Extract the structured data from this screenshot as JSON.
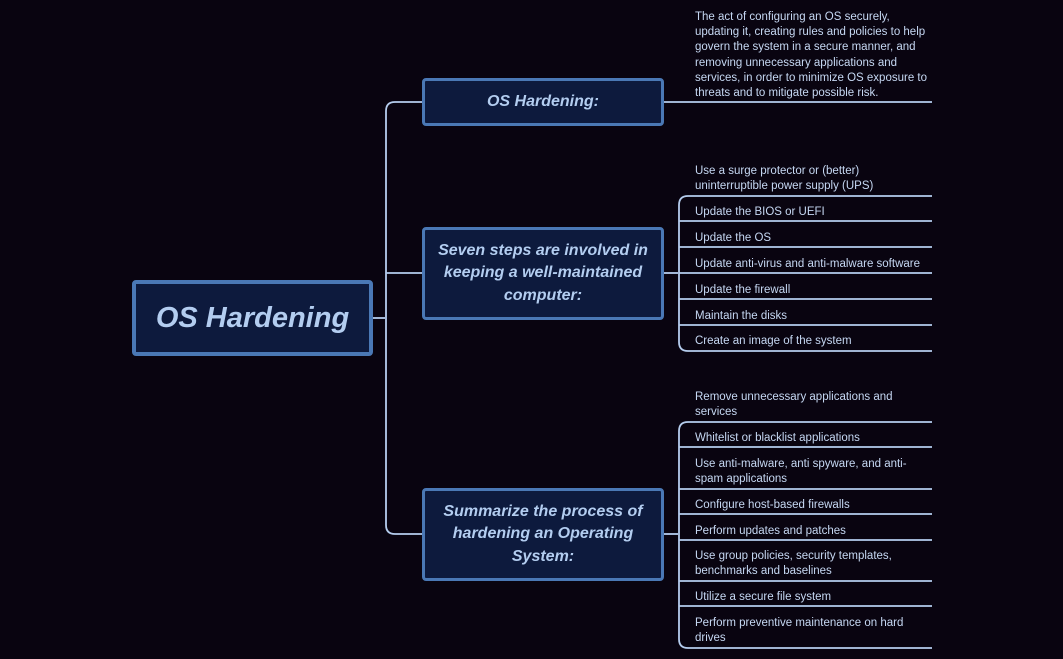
{
  "root": {
    "label": "OS Hardening"
  },
  "branches": [
    {
      "label": "OS Hardening:",
      "leaves": [
        "The act of configuring an OS securely, updating it, creating rules and policies to help govern the system in a secure manner, and removing unnecessary applications and services, in order to minimize OS exposure to threats and to mitigate possible risk."
      ]
    },
    {
      "label": "Seven steps are involved in keeping a well-maintained computer:",
      "leaves": [
        "Use a surge protector or (better) uninterruptible power supply (UPS)",
        "Update the BIOS or UEFI",
        "Update the OS",
        "Update anti-virus and anti-malware software",
        "Update the firewall",
        "Maintain the disks",
        "Create an image of the system"
      ]
    },
    {
      "label": "Summarize the process of hardening an Operating System:",
      "leaves": [
        "Remove unnecessary applications and services",
        "Whitelist or blacklist applications",
        "Use anti-malware, anti spyware, and anti-spam applications",
        "Configure host-based firewalls",
        "Perform updates and patches",
        "Use group policies, security templates, benchmarks and baselines",
        "Utilize a secure file system",
        "Perform preventive maintenance on hard drives"
      ]
    }
  ],
  "colors": {
    "background": "#090410",
    "node_fill": "#0d1a3d",
    "node_border": "#4a78b5",
    "connector": "#b5cdee",
    "text": "#b3cdf0"
  }
}
